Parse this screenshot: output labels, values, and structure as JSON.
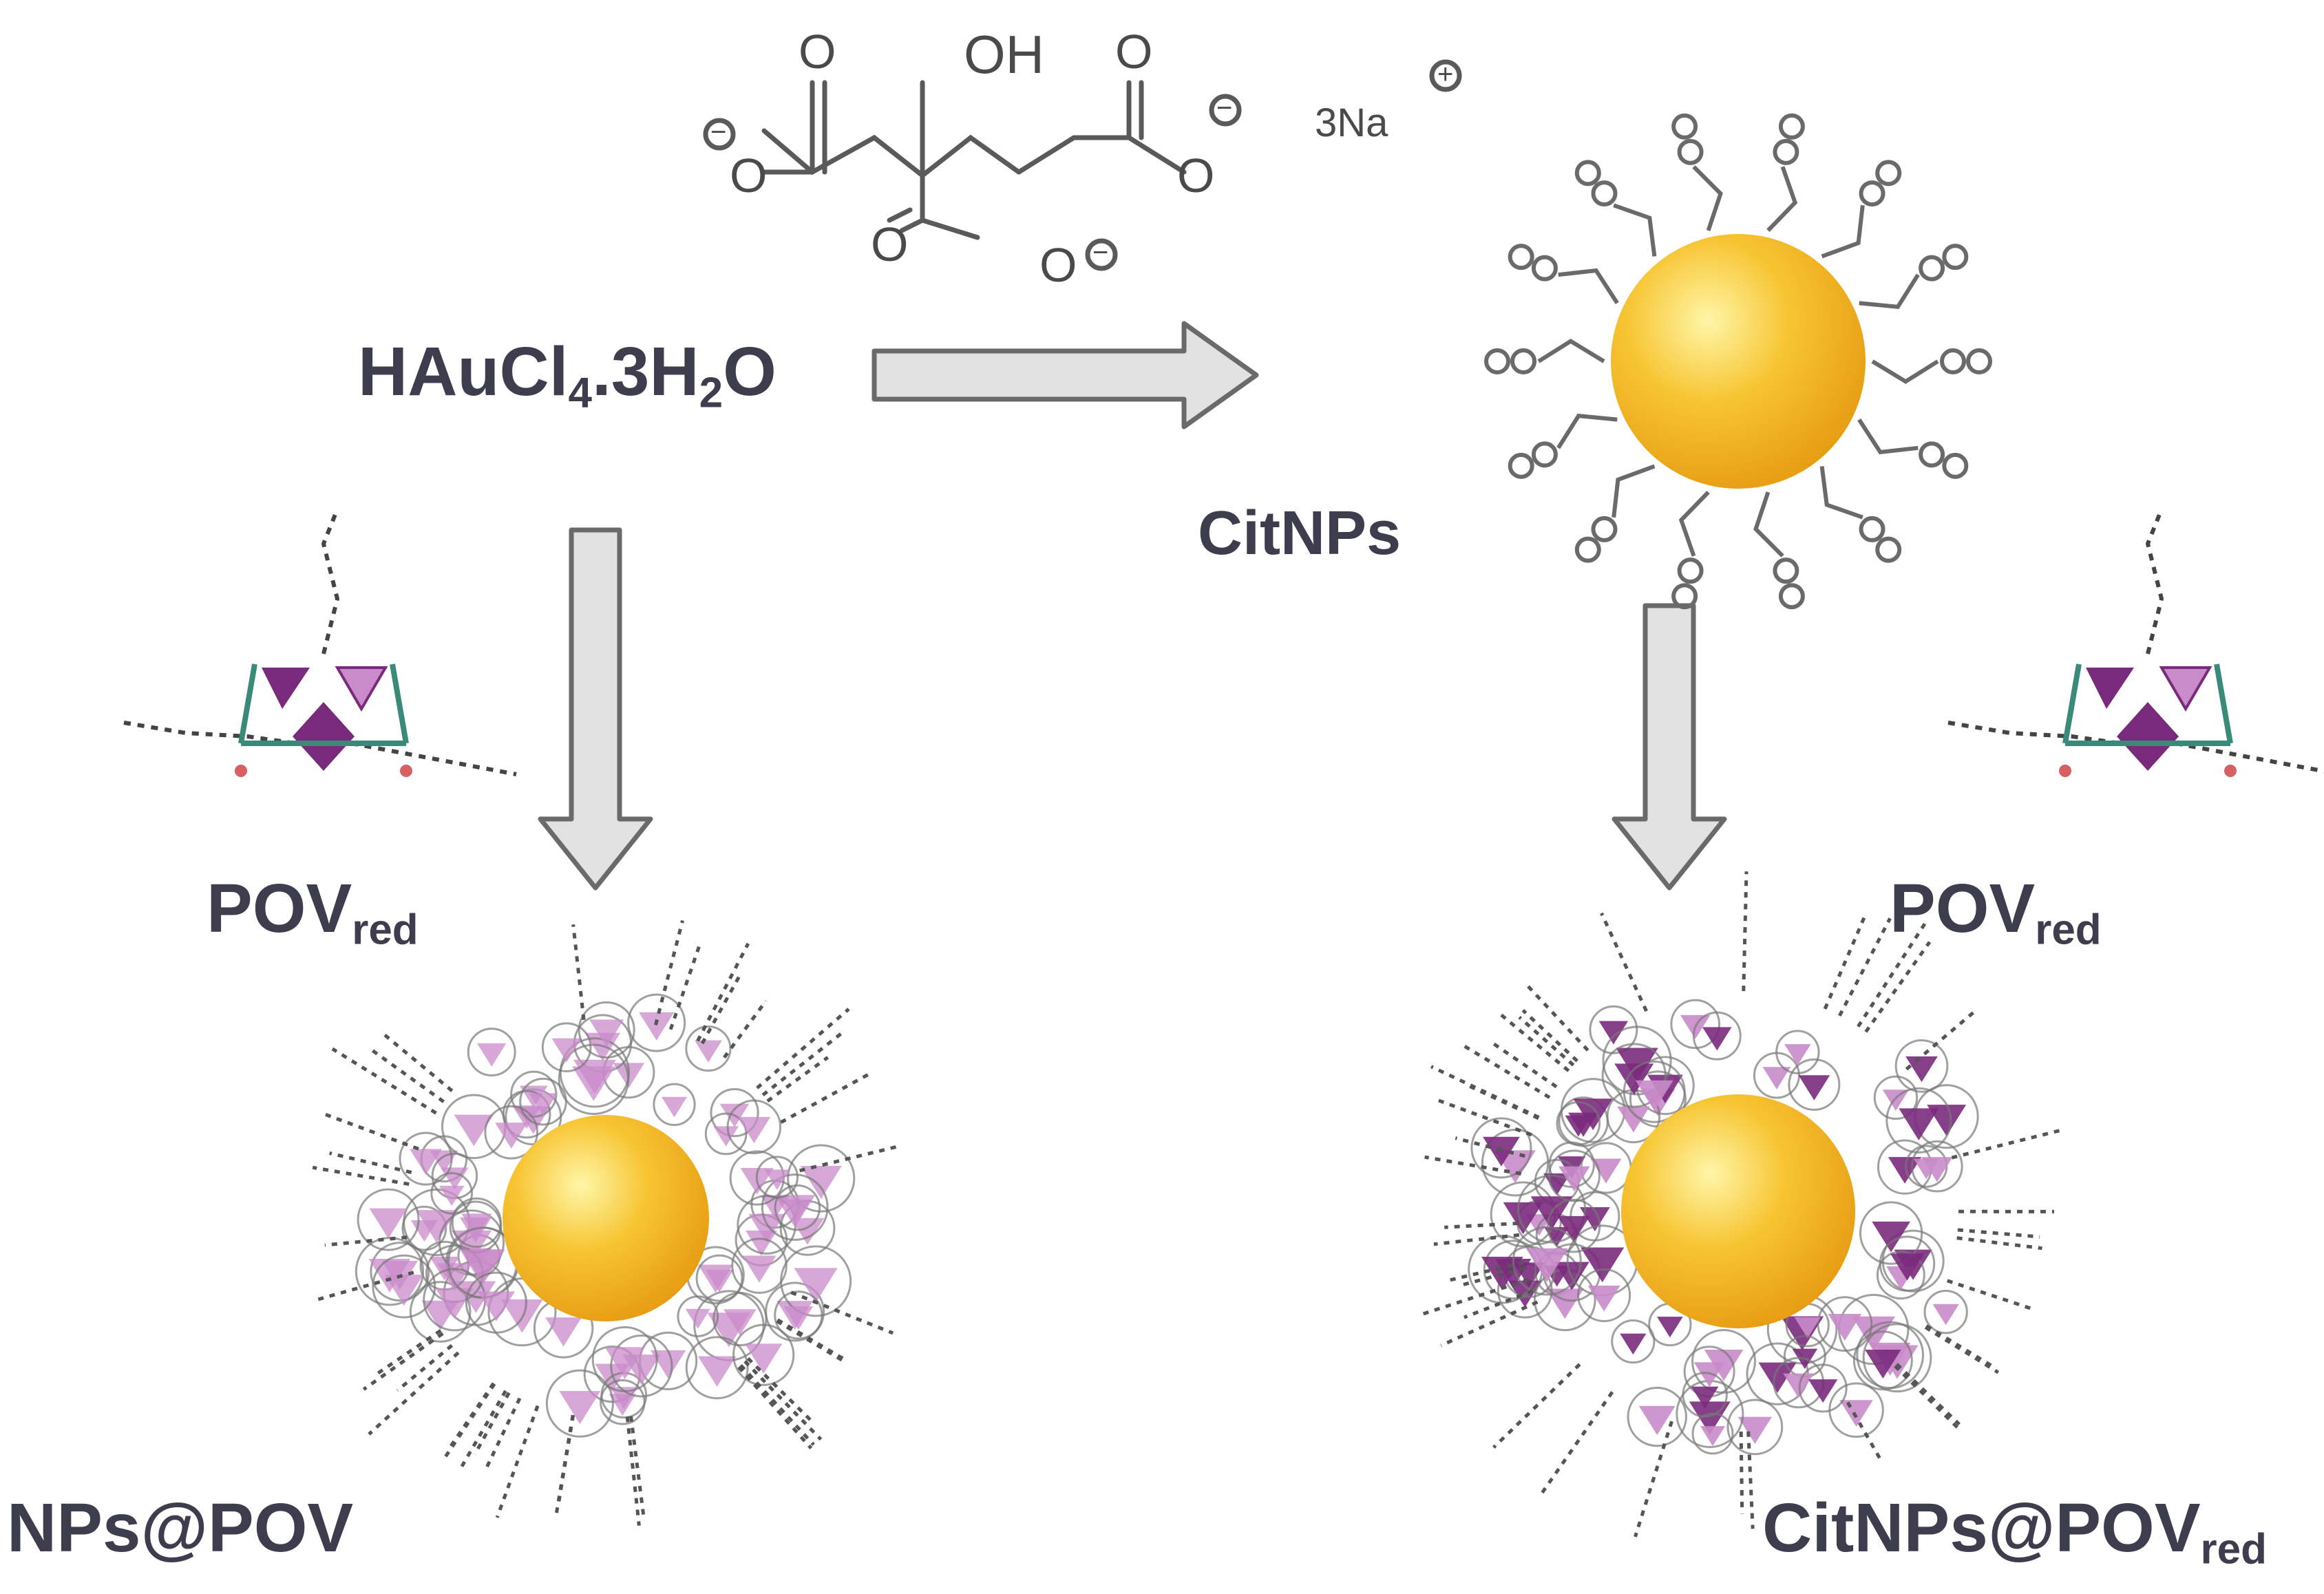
{
  "labels": {
    "precursor_main": "HAuCl",
    "precursor_sub1": "4",
    "precursor_mid": ".3H",
    "precursor_sub2": "2",
    "precursor_end": "O",
    "citnps": "CitNPs",
    "pov_left_main": "POV",
    "pov_left_sub": "red",
    "pov_right_main": "POV",
    "pov_right_sub": "red",
    "product_left": "NPs@POV",
    "product_right_main": "CitNPs@POV",
    "product_right_sub": "red"
  },
  "citrate": {
    "oh": "OH",
    "counter_ion": "3Na",
    "oxygen": "O",
    "minus": "−",
    "plus": "+"
  },
  "colors": {
    "gold_core": "#f7b52a",
    "gold_highlight": "#fff3a0",
    "pov_purple": "#7a2a7c",
    "pov_light": "#c98bc9",
    "arrow_fill": "#e2e2e2",
    "arrow_stroke": "#6a6a6a",
    "label_text": "#3d3d4d"
  },
  "icons": {
    "reaction_arrow": "block-arrow-icon",
    "gold_nanoparticle": "gold-sphere-icon",
    "pov_cluster": "polyoxovanadate-icon"
  }
}
